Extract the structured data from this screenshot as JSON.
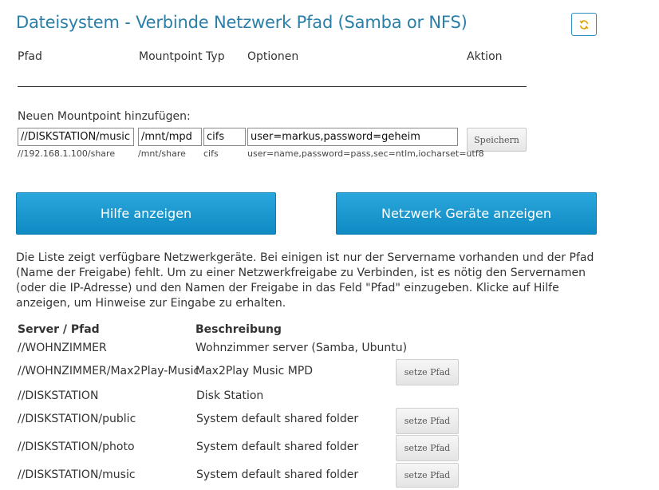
{
  "header": {
    "title": "Dateisystem - Verbinde Netzwerk Pfad (Samba or NFS)"
  },
  "mounts_table": {
    "columns": {
      "path": "Pfad",
      "mountpoint_type": "Mountpoint Typ",
      "options": "Optionen",
      "action": "Aktion"
    }
  },
  "add_form": {
    "label": "Neuen Mountpoint hinzufügen:",
    "path_value": "//DISKSTATION/music",
    "mountpoint_value": "/mnt/mpd",
    "type_value": "cifs",
    "options_value": "user=markus,password=geheim",
    "path_hint": "//192.168.1.100/share",
    "mountpoint_hint": "/mnt/share",
    "type_hint": "cifs",
    "options_hint": "user=name,password=pass,sec=ntlm,iocharset=utf8",
    "save_label": "Speichern"
  },
  "buttons": {
    "help_label": "Hilfe anzeigen",
    "network_devices_label": "Netzwerk Geräte anzeigen"
  },
  "description": "Die Liste zeigt verfügbare Netzwerkgeräte. Bei einigen ist nur der Servername vorhanden und der Pfad (Name der Freigabe) fehlt. Um zu einer Netzwerkfreigabe zu Verbinden, ist es nötig den Servernamen (oder die IP-Adresse) und den Namen der Freigabe in das Feld \"Pfad\" einzugeben. Klicke auf Hilfe anzeigen, um Hinweise zur Eingabe zu erhalten.",
  "devices_table": {
    "col_server": "Server / Pfad",
    "col_description": "Beschreibung",
    "set_path_label": "setze Pfad",
    "rows": [
      {
        "server": "//WOHNZIMMER",
        "description": "Wohnzimmer server (Samba, Ubuntu)",
        "has_button": false
      },
      {
        "server": "//WOHNZIMMER/Max2Play-Music",
        "description": "Max2Play Music MPD",
        "has_button": true
      },
      {
        "server": "//DISKSTATION",
        "description": "Disk Station",
        "has_button": false
      },
      {
        "server": "//DISKSTATION/public",
        "description": "System default shared folder",
        "has_button": true
      },
      {
        "server": "//DISKSTATION/photo",
        "description": "System default shared folder",
        "has_button": true
      },
      {
        "server": "//DISKSTATION/music",
        "description": "System default shared folder",
        "has_button": true
      }
    ]
  },
  "colors": {
    "title": "#2a7fa8",
    "primary_button": "#1b9ad2",
    "refresh_icon": "#e0a400"
  },
  "icons": {
    "refresh": "refresh-icon"
  }
}
